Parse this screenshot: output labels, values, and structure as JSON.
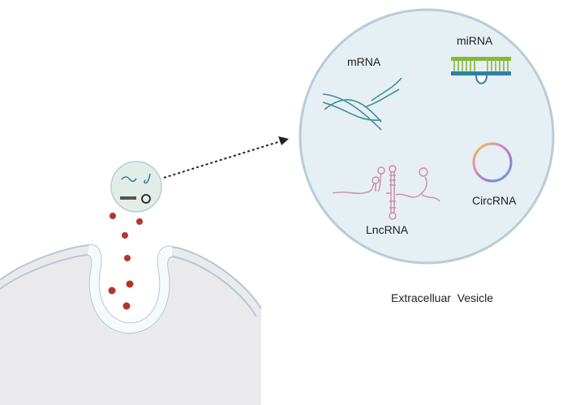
{
  "labels": {
    "mrna": "mRNA",
    "mirna": "miRNA",
    "lncrna": "LncRNA",
    "circrna": "CircRNA",
    "vesicle": "Extracelluar  Vesicle"
  },
  "colors": {
    "cell_fill": "#eaeaec",
    "cell_membrane": "#b7c7d3",
    "vesicle_fill": "#e6eff4",
    "vesicle_stroke": "#b9ccd8",
    "mrna_strand": "#3f8f96",
    "mirna_green": "#86b83c",
    "mirna_blue": "#2f7fa6",
    "lncrna_pink": "#d08aa6",
    "particle_red": "#b5342c",
    "arrow": "#222222"
  },
  "icons": [
    "exosome-particle",
    "vesicle-zoom-arrow",
    "mrna-strands",
    "mirna-hairpin",
    "lncrna-structure",
    "circrna-ring"
  ]
}
